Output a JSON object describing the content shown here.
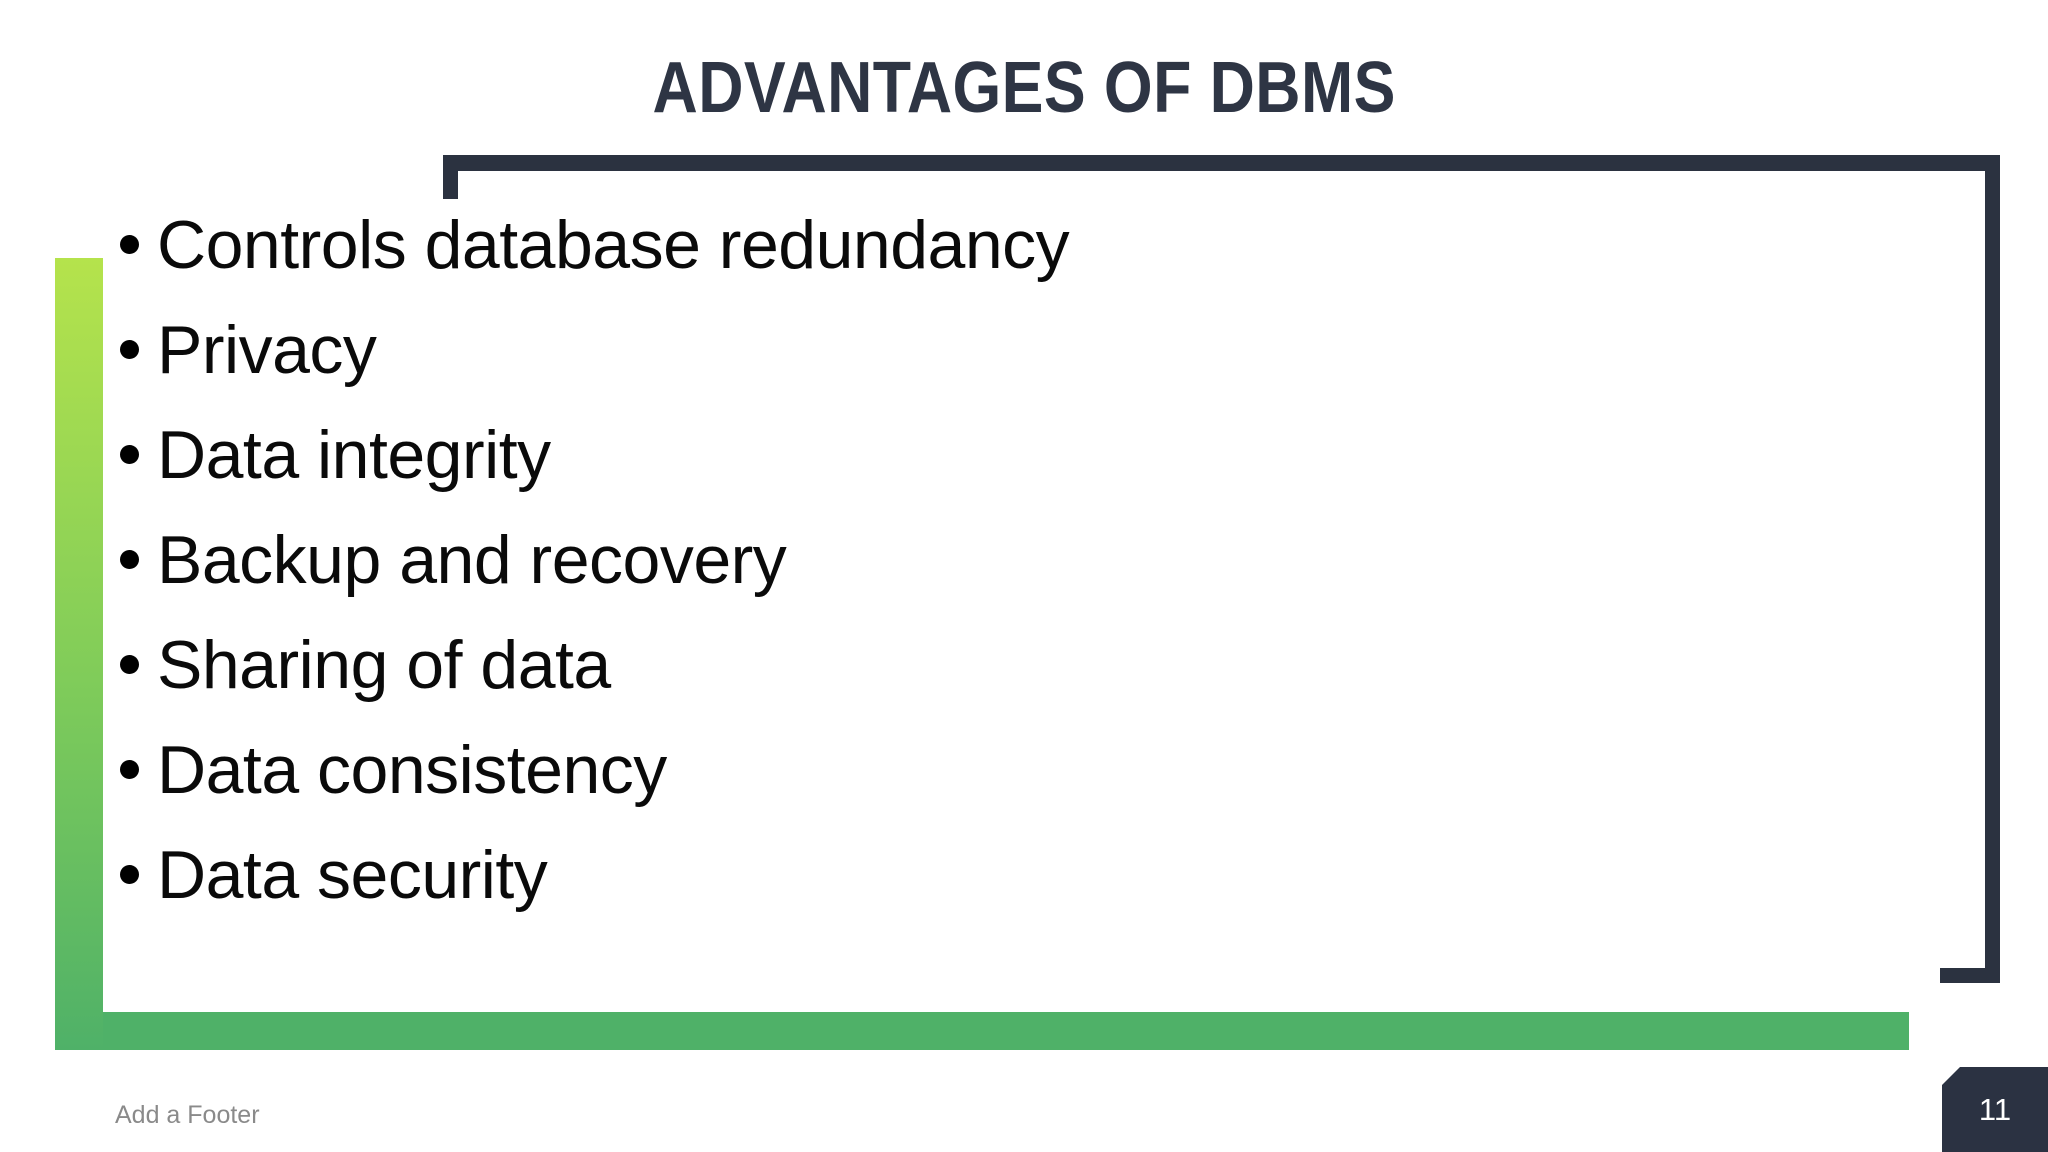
{
  "slide": {
    "title": "ADVANTAGES OF DBMS",
    "bullets": [
      "Controls database redundancy",
      "Privacy",
      "Data integrity",
      "Backup and recovery",
      "Sharing of data",
      "Data consistency",
      "Data security"
    ],
    "footer": {
      "text": "Add a Footer"
    },
    "page_number": "11"
  },
  "colors": {
    "accent_dark": "#2b3240",
    "title_dark": "#2e3544",
    "green": "#4fb168",
    "yellow_green": "#b5e34c",
    "footer_gray": "#8a8a8a",
    "body_text": "#0a0a0a"
  }
}
